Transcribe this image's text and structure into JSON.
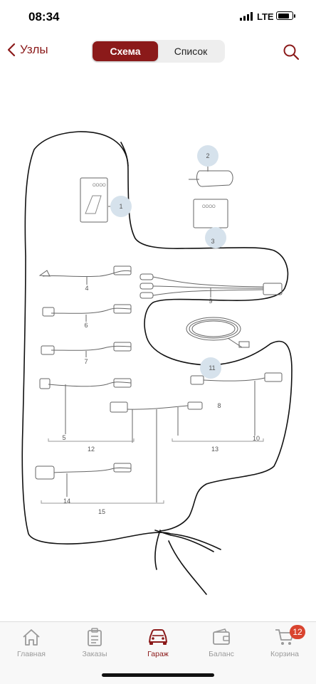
{
  "status_bar": {
    "time": "08:34",
    "network": "LTE"
  },
  "nav": {
    "back_label": "Узлы",
    "segments": [
      "Схема",
      "Список"
    ],
    "selected_segment": "Схема"
  },
  "diagram": {
    "callouts": [
      "1",
      "2",
      "3",
      "4",
      "5",
      "6",
      "7",
      "8",
      "9",
      "10",
      "11",
      "12",
      "13",
      "14",
      "15"
    ],
    "highlighted": [
      "1",
      "2",
      "3",
      "11"
    ]
  },
  "tabbar": {
    "tabs": [
      {
        "label": "Главная",
        "icon": "home-icon"
      },
      {
        "label": "Заказы",
        "icon": "orders-icon"
      },
      {
        "label": "Гараж",
        "icon": "car-icon"
      },
      {
        "label": "Баланс",
        "icon": "wallet-icon"
      },
      {
        "label": "Корзина",
        "icon": "cart-icon"
      }
    ],
    "active": "Гараж",
    "cart_badge": "12"
  },
  "colors": {
    "accent": "#8b1a1a",
    "badge": "#d9442f",
    "callout_highlight": "#d6e2ec"
  }
}
